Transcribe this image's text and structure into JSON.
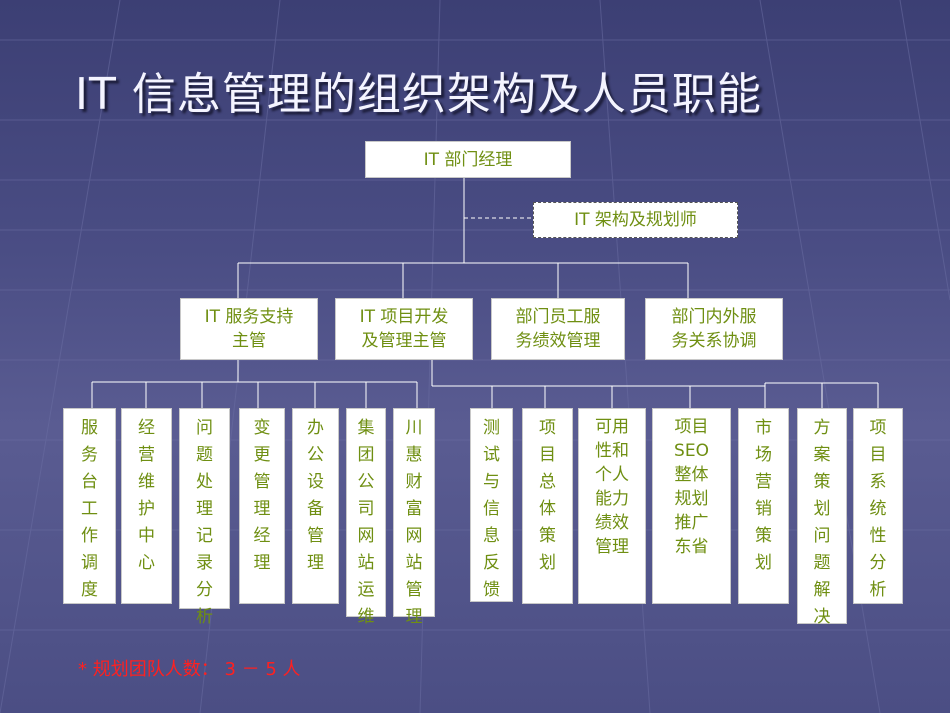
{
  "title": "IT 信息管理的组织架构及人员职能",
  "manager": "IT 部门经理",
  "architect": "IT 架构及规划师",
  "supervisors": [
    "IT 服务支持\n主管",
    "IT 项目开发\n及管理主管",
    "部门员工服\n务绩效管理",
    "部门内外服\n务关系协调"
  ],
  "left_roles": [
    "服务台工作调度",
    "经营维护中心",
    "问题处理记录分析",
    "变更管理经理",
    "办公设备管理",
    "集团公司网站运维",
    "川惠财富网站管理"
  ],
  "right_roles": [
    "测试与信息反馈",
    "项目总体策划",
    "可用\n性和\n个人\n能力\n绩效\n管理",
    "项目\nSEO\n整体\n规划\n推广\n东省",
    "市场营销策划",
    "方案策划问题解决",
    "项目系统性分析"
  ],
  "note": "* 规划团队人数： 3 － 5 人",
  "colors": {
    "text": "#6f8f12",
    "line": "#ffffff",
    "note": "#ff2020",
    "title": "#f4f4ff"
  }
}
